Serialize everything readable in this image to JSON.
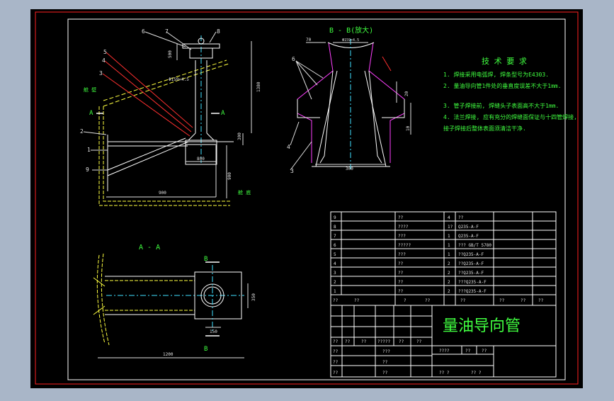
{
  "title_cn": "量油导向管",
  "tech_req": {
    "heading": "技 术 要 求",
    "lines": [
      "1. 焊接采用电弧焊, 焊条型号为E4303.",
      "2. 量油导向管1件处的垂直度误差不大于1mm.",
      "3. 管子焊接前, 焊缝头子表面高不大于1mm.",
      "4. 法兰焊接, 应有充分的焊缝面保证与十四管焊接,",
      "   接子焊接后整体表面须清洁干净."
    ]
  },
  "views": {
    "aa_label": "A - A",
    "bb_label": "B - B(放大)",
    "marker_a": "A",
    "marker_b": "B",
    "left_label": "舱 壁",
    "floor_label": "舱 底"
  },
  "parts_rows": [
    [
      "9",
      "??",
      "4",
      "??"
    ],
    [
      "8",
      "????",
      "1?",
      "Q235-A-F"
    ],
    [
      "7",
      "???",
      "1",
      "Q235-A-F"
    ],
    [
      "6",
      "?????",
      "1",
      "??? GB/T 5780"
    ],
    [
      "5",
      "???",
      "1",
      "??Q235-A-F"
    ],
    [
      "4",
      "??",
      "2",
      "??Q235-A-F"
    ],
    [
      "3",
      "??",
      "2",
      "??Q235-A-F"
    ],
    [
      "2",
      "??",
      "2",
      "???Q235-A-F"
    ],
    [
      "1",
      "??",
      "2",
      "???Q235-A-F"
    ]
  ],
  "header_row": [
    "??",
    "??",
    "?",
    "??",
    "??",
    "??",
    "??",
    "??"
  ],
  "title_block": {
    "row1": [
      "??",
      "??",
      "??",
      "?????",
      "??",
      "??"
    ],
    "row2": [
      "??",
      "???"
    ],
    "scale_row": [
      "????",
      "??",
      "??"
    ],
    "row3": [
      "??",
      "??"
    ],
    "row4": [
      "??",
      "??"
    ],
    "bottom": [
      "?? ?",
      "?? ?"
    ]
  },
  "dims": {
    "d_pipe": "Φ159×4.5",
    "w500": "500",
    "h1380": "1380",
    "h300": "300",
    "d800": "800",
    "w900": "900",
    "h900": "900",
    "d1200": "1200",
    "h350": "350",
    "w150": "150",
    "w300": "300",
    "w70": "70",
    "w20": "20",
    "h10": "10",
    "d300": "300"
  },
  "callouts": {
    "p6": "6",
    "p7": "7",
    "p8": "8",
    "p5": "5",
    "p4": "4",
    "p3": "3",
    "p2": "2",
    "p1": "1",
    "p9": "9"
  },
  "colors": {
    "outer": "#a9b6c8",
    "sheet": "#000000",
    "frame": "#ff2020",
    "line": "#ffffff",
    "dim": "#e0e0e0",
    "yellow": "#ffff40",
    "cyan": "#40e0ff",
    "green": "#40ff40",
    "red": "#ff3030",
    "magenta": "#ff40ff"
  }
}
